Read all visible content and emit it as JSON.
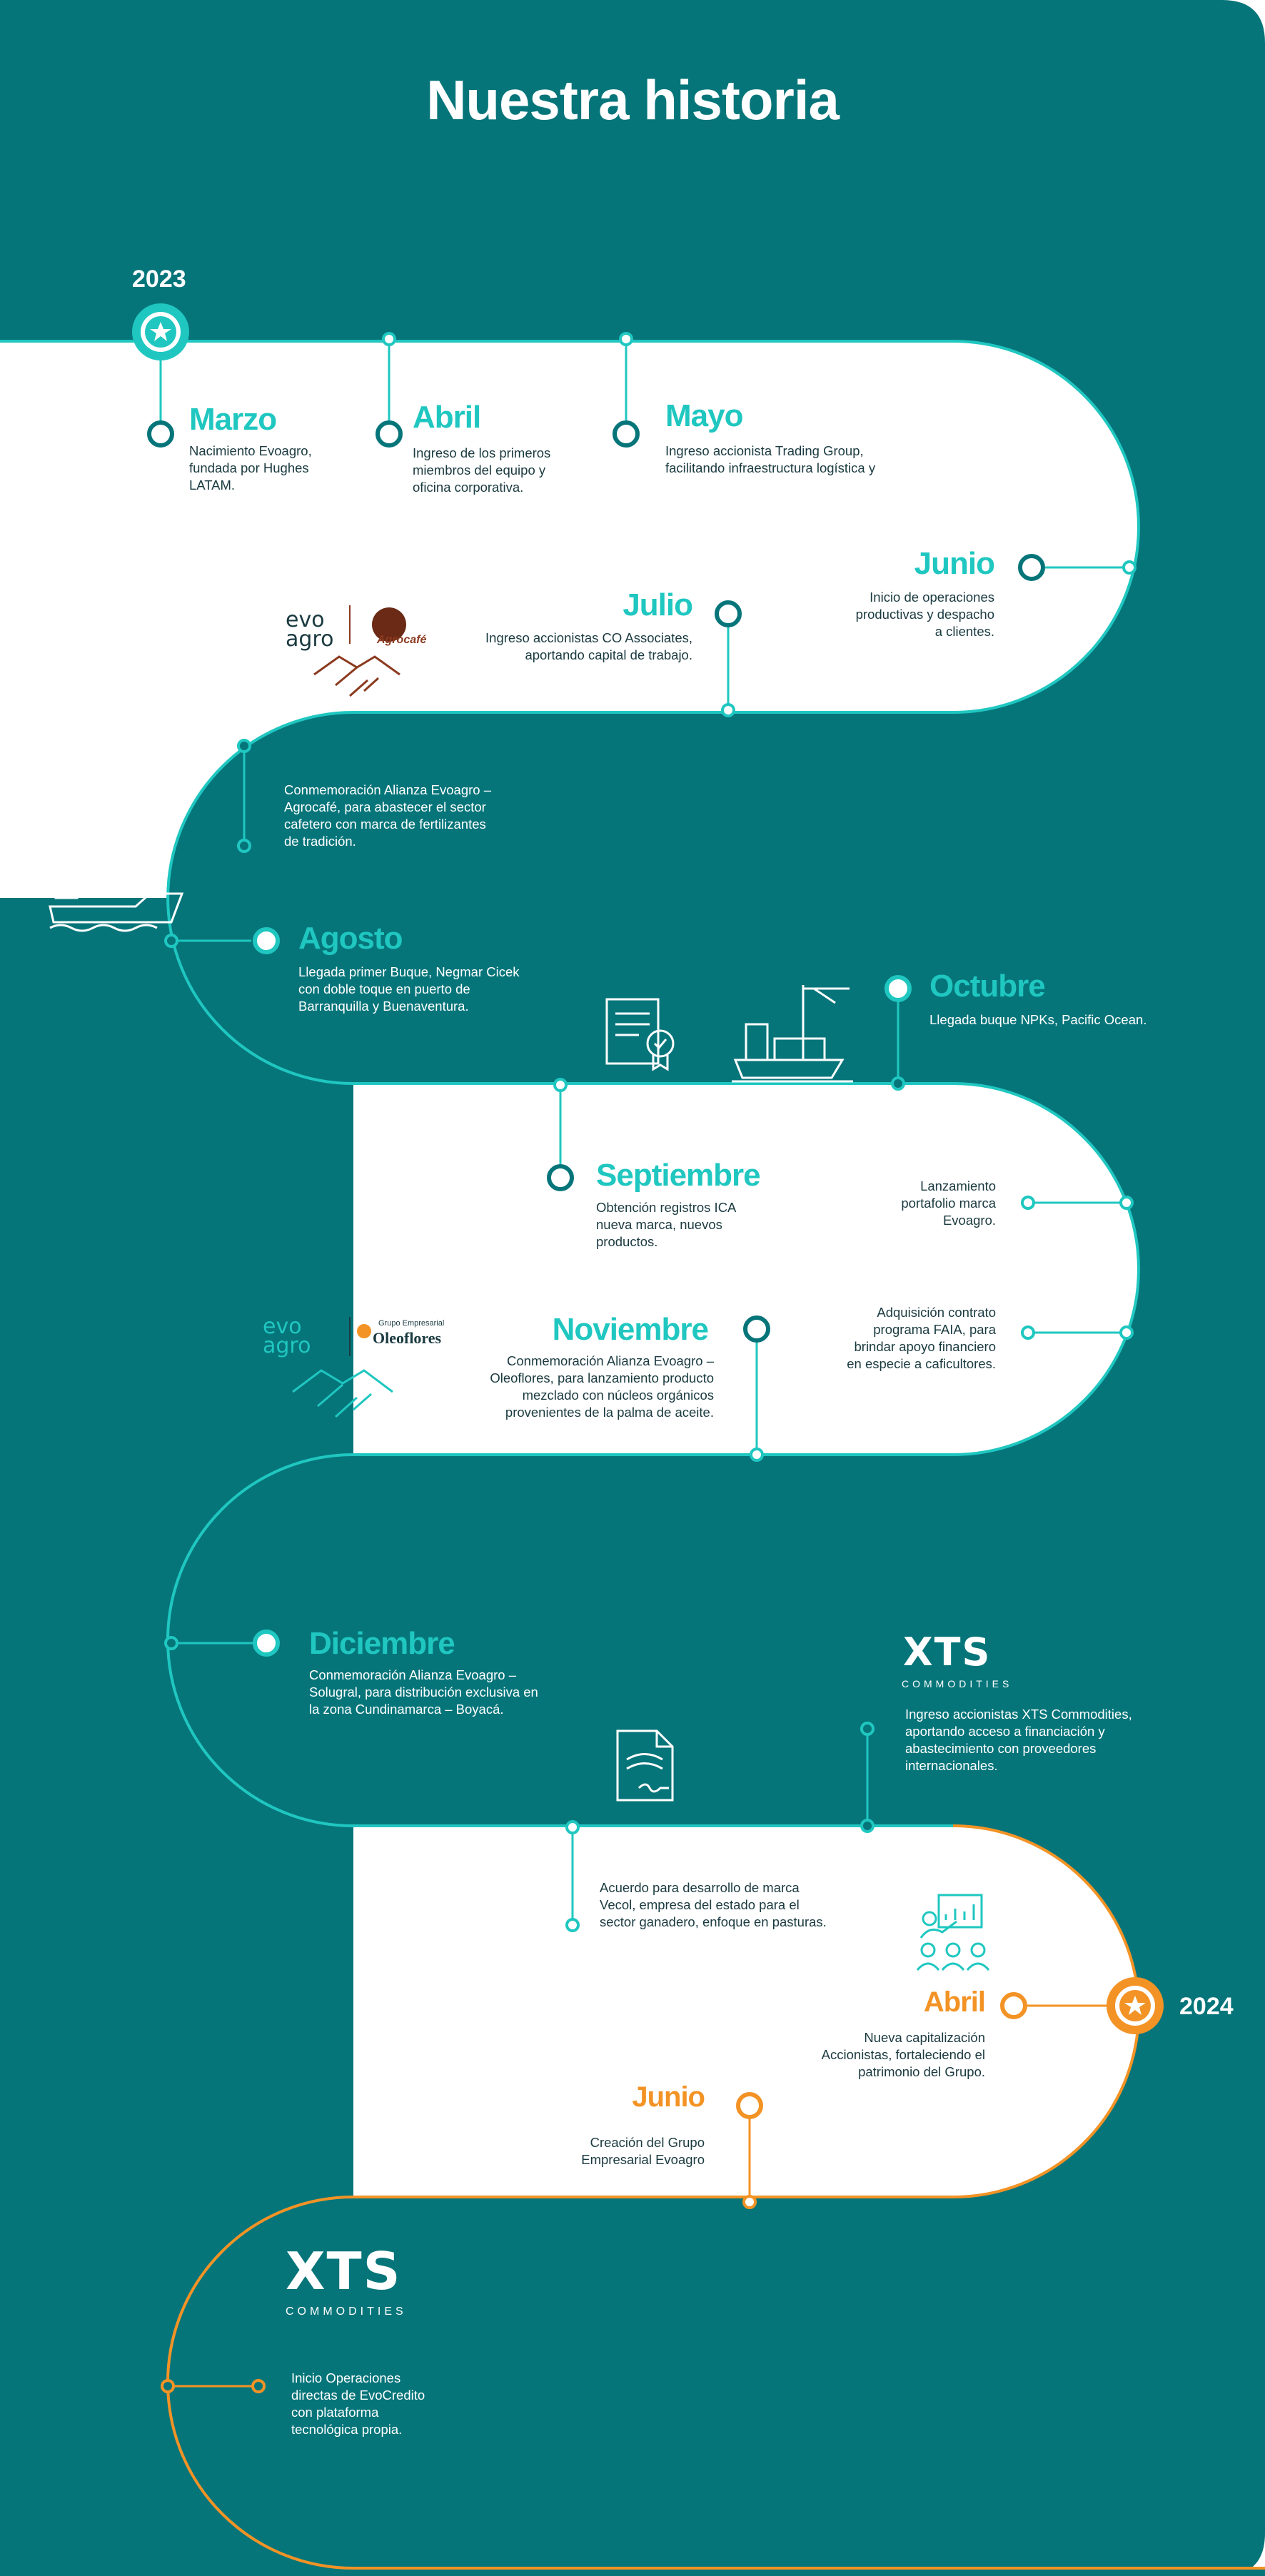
{
  "title": "Nuestra historia",
  "colors": {
    "teal_dark": "#06757a",
    "teal_accent": "#1fc7c0",
    "orange": "#f39325",
    "text_dark": "#1a3a40",
    "white": "#ffffff"
  },
  "years": {
    "y2023": "2023",
    "y2024": "2024"
  },
  "events": {
    "marzo": {
      "month": "Marzo",
      "text": [
        "Nacimiento Evoagro,",
        "fundada por Hughes",
        "LATAM."
      ]
    },
    "abril": {
      "month": "Abril",
      "text": [
        "Ingreso de los primeros",
        "miembros del equipo y",
        "oficina corporativa."
      ]
    },
    "mayo": {
      "month": "Mayo",
      "text": [
        "Ingreso accionista Trading Group,",
        "facilitando infraestructura logística y"
      ]
    },
    "junio": {
      "month": "Junio",
      "text": [
        "Inicio de operaciones",
        "productivas y despacho",
        "a clientes."
      ]
    },
    "julio": {
      "month": "Julio",
      "text": [
        "Ingreso accionistas CO Associates,",
        "aportando capital de trabajo."
      ]
    },
    "agrocafe": {
      "text": [
        "Conmemoración Alianza Evoagro –",
        "Agrocafé, para abastecer el sector",
        "cafetero con marca de fertilizantes",
        "de tradición."
      ]
    },
    "agosto": {
      "month": "Agosto",
      "text": [
        "Llegada primer Buque, Negmar Cicek",
        "con doble toque en puerto de",
        "Barranquilla y Buenaventura."
      ]
    },
    "octubre": {
      "month": "Octubre",
      "text": [
        "Llegada buque NPKs, Pacific Ocean."
      ]
    },
    "septiembre": {
      "month": "Septiembre",
      "text": [
        "Obtención registros ICA",
        "nueva marca, nuevos",
        "productos."
      ]
    },
    "lanzamiento": {
      "text": [
        "Lanzamiento",
        "portafolio marca",
        "Evoagro."
      ]
    },
    "faia": {
      "text": [
        "Adquisición contrato",
        "programa FAIA, para",
        "brindar apoyo financiero",
        "en especie a caficultores."
      ]
    },
    "noviembre": {
      "month": "Noviembre",
      "text": [
        "Conmemoración Alianza Evoagro –",
        "Oleoflores, para lanzamiento producto",
        "mezclado con núcleos orgánicos",
        "provenientes de la palma de aceite."
      ]
    },
    "diciembre": {
      "month": "Diciembre",
      "text": [
        "Conmemoración Alianza Evoagro –",
        "Solugral, para distribución exclusiva en",
        "la zona Cundinamarca – Boyacá."
      ]
    },
    "xts_ingreso": {
      "text": [
        "Ingreso accionistas XTS Commodities,",
        "aportando acceso a financiación y",
        "abastecimiento con proveedores",
        "internacionales."
      ]
    },
    "vecol": {
      "text": [
        "Acuerdo para desarrollo de marca",
        "Vecol, empresa del estado para el",
        "sector ganadero, enfoque en pasturas."
      ]
    },
    "abril2024": {
      "month": "Abril",
      "text": [
        "Nueva capitalización",
        "Accionistas, fortaleciendo el",
        "patrimonio del Grupo."
      ]
    },
    "junio2024": {
      "month": "Junio",
      "text": [
        "Creación del Grupo",
        "Empresarial Evoagro"
      ]
    },
    "evocredito": {
      "text": [
        "Inicio Operaciones",
        "directas de EvoCredito",
        "con plataforma",
        "tecnológica propia."
      ]
    }
  },
  "logos": {
    "evoagro": [
      "evo",
      "agro"
    ],
    "agrocafe": "Agrocafé",
    "oleoflores_group": "Grupo Empresarial",
    "oleoflores": "Oleoflores",
    "xts": "XTS",
    "xts_sub": "COMMODITIES"
  },
  "icons": [
    "team-icon",
    "factory-icon",
    "fertilizer-bag-icon",
    "handshake-icon",
    "cargo-ship-icon",
    "certificate-icon",
    "port-crane-ship-icon",
    "product-bag-icon",
    "contract-document-icon",
    "presentation-team-icon",
    "star-icon"
  ]
}
